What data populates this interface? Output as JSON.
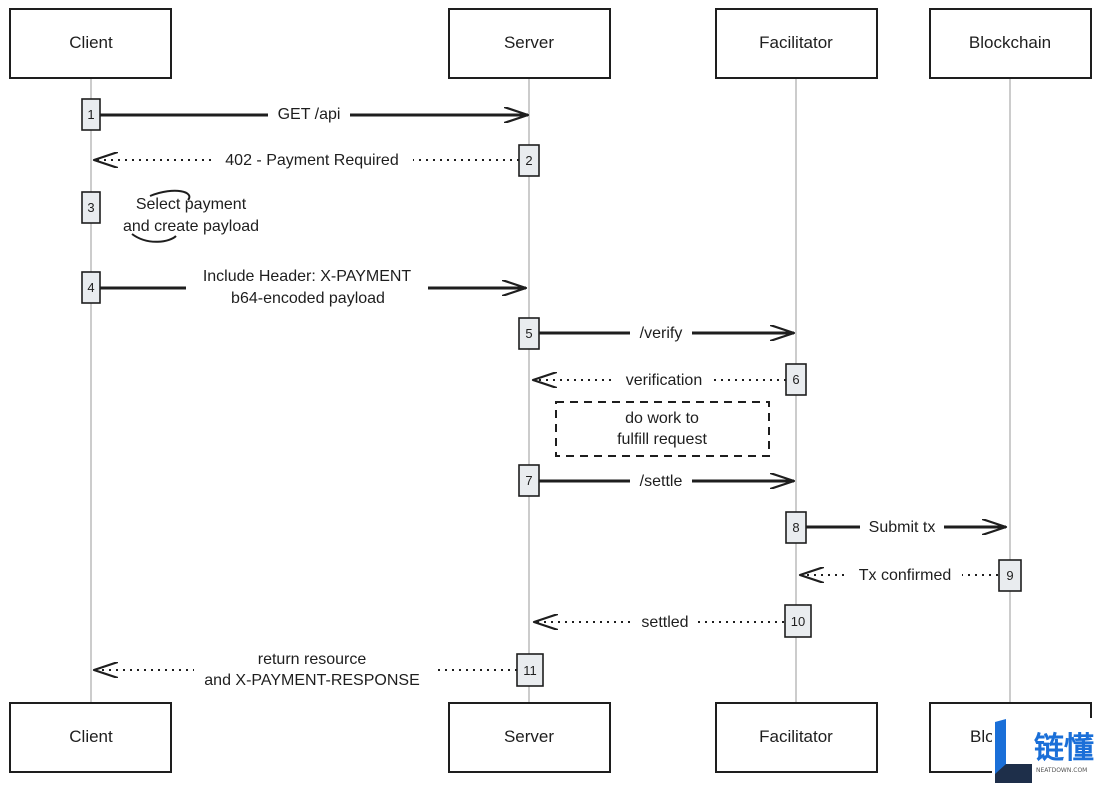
{
  "actors": [
    {
      "id": "client",
      "label": "Client",
      "bottom_label": "Client"
    },
    {
      "id": "server",
      "label": "Server",
      "bottom_label": "Server"
    },
    {
      "id": "facilitator",
      "label": "Facilitator",
      "bottom_label": "Facilitator"
    },
    {
      "id": "blockchain",
      "label": "Blockchain",
      "bottom_label": "Blo"
    }
  ],
  "messages": [
    {
      "step": "1",
      "from": "client",
      "to": "server",
      "style": "solid",
      "lines": [
        "GET /api"
      ]
    },
    {
      "step": "2",
      "from": "server",
      "to": "client",
      "style": "dotted",
      "lines": [
        "402 - Payment Required"
      ]
    },
    {
      "step": "3",
      "from": "client",
      "to": "client",
      "style": "self",
      "lines": [
        "Select payment",
        "and create payload"
      ]
    },
    {
      "step": "4",
      "from": "client",
      "to": "server",
      "style": "solid",
      "lines": [
        "Include Header: X-PAYMENT",
        "b64-encoded payload"
      ]
    },
    {
      "step": "5",
      "from": "server",
      "to": "facilitator",
      "style": "solid",
      "lines": [
        "/verify"
      ]
    },
    {
      "step": "6",
      "from": "facilitator",
      "to": "server",
      "style": "dotted",
      "lines": [
        "verification"
      ]
    },
    {
      "step": "7",
      "from": "server",
      "to": "facilitator",
      "style": "solid",
      "lines": [
        "/settle"
      ]
    },
    {
      "step": "8",
      "from": "facilitator",
      "to": "blockchain",
      "style": "solid",
      "lines": [
        "Submit tx"
      ]
    },
    {
      "step": "9",
      "from": "blockchain",
      "to": "facilitator",
      "style": "dotted",
      "lines": [
        "Tx confirmed"
      ]
    },
    {
      "step": "10",
      "from": "facilitator",
      "to": "server",
      "style": "dotted",
      "lines": [
        "settled"
      ]
    },
    {
      "step": "11",
      "from": "server",
      "to": "client",
      "style": "dotted",
      "lines": [
        "return resource",
        "and X-PAYMENT-RESPONSE"
      ]
    }
  ],
  "note": {
    "lines": [
      "do work to",
      "fulfill request"
    ]
  },
  "watermark": {
    "brand": "链懂",
    "site": "NEATDOWN.COM"
  }
}
